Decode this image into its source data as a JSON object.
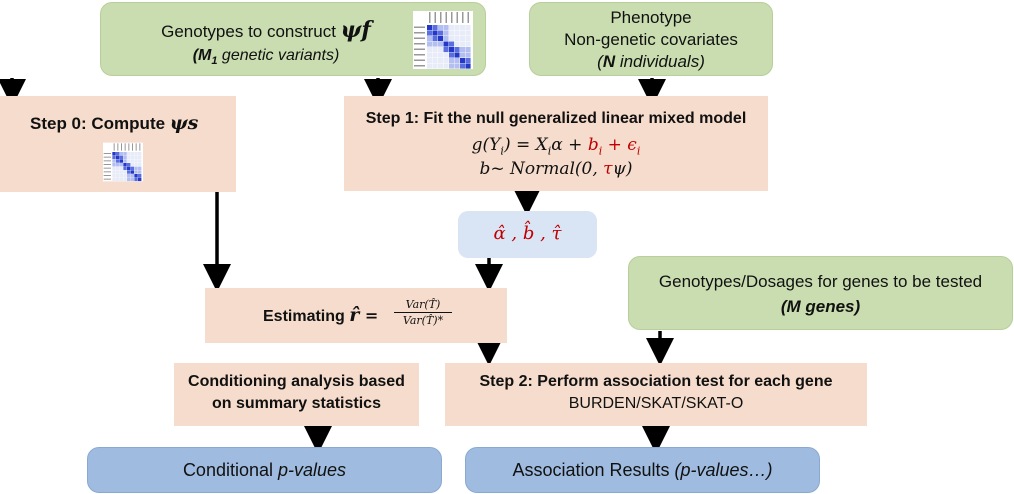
{
  "box_geno_f": {
    "line1_prefix": "Genotypes to construct ",
    "psi_f": "ψf",
    "line2_prefix": "(M",
    "line2_sub": "1",
    "line2_rest": " genetic variants)"
  },
  "box_pheno": {
    "line1": "Phenotype",
    "line2": "Non-genetic covariates",
    "line3_bold": "N",
    "line3_rest": " individuals)",
    "line3_open": "("
  },
  "box_step0": {
    "label": "Step 0: Compute ",
    "psi_s": "ψs"
  },
  "box_step1": {
    "title": "Step 1: Fit the null generalized linear mixed model",
    "eq1_a": "g(Y",
    "eq1_b": "i",
    "eq1_c": ") = X",
    "eq1_d": "i",
    "eq1_e": "α + ",
    "eq1_red1": "b",
    "eq1_red1_sub": "i",
    "eq1_red2": " + ϵ",
    "eq1_red2_sub": "i",
    "eq2_a": "b~ Normal(0, ",
    "eq2_red": "τ",
    "eq2_b": "ψ)"
  },
  "box_estimates": {
    "text": "α̂ , b̂ , τ̂"
  },
  "box_estimating": {
    "label": "Estimating ",
    "r_hat": "r̂",
    "eq": " = ",
    "num": "Var(T̂)",
    "den": "Var(T̂)*"
  },
  "box_geno_m": {
    "line1": "Genotypes/Dosages for genes to be tested",
    "line2": "(M genes)"
  },
  "box_conditioning": {
    "line1": "Conditioning analysis based",
    "line2": "on summary statistics"
  },
  "box_step2": {
    "line1": "Step 2: Perform association test for each gene",
    "line2": "BURDEN/SKAT/SKAT-O"
  },
  "box_cond_pvals": {
    "prefix": "Conditional ",
    "italic": "p-values"
  },
  "box_assoc": {
    "prefix": "Association Results ",
    "italic": "(p-values…)"
  },
  "colors": {
    "green": "#c9ddb0",
    "peach": "#f6dccc",
    "light_blue": "#d9e4f4",
    "blue": "#9fbce0",
    "red": "#c00000"
  }
}
